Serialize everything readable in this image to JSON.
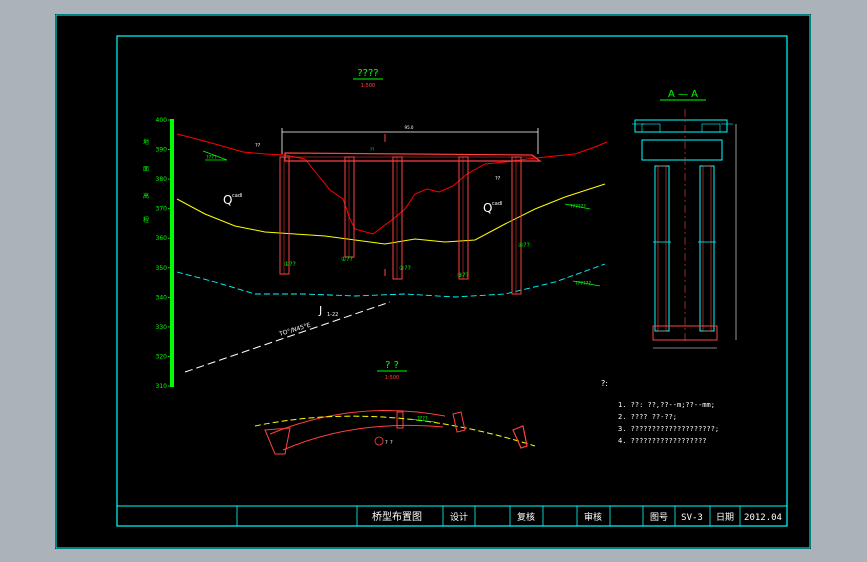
{
  "drawing": {
    "elevation_view": {
      "title": "????",
      "scale": "1:500",
      "elevation_ticks": [
        "400",
        "390",
        "380",
        "370",
        "360",
        "350",
        "340",
        "330",
        "320",
        "310"
      ],
      "side_labels": [
        "地",
        "面",
        "高",
        "程"
      ],
      "ground_label": "????",
      "soil_label_left": "Q",
      "soil_sub_left": "cadl",
      "soil_label_right": "Q",
      "soil_sub_right": "cadl",
      "layer_label_1": "??????",
      "layer_label_2": "??????",
      "rock_label": "J",
      "rock_sub": "1-22",
      "span_label": "95.0",
      "fault_label": "TO°/N45°E",
      "pier_markers": [
        "①??",
        "①??",
        "②??",
        "③??",
        "④??"
      ],
      "abutment_left": "??",
      "abutment_right": "??",
      "deck_note": "??"
    },
    "plan_view": {
      "title": "? ?",
      "scale": "1:500",
      "curve_label": "????",
      "marker_label": "?",
      "marker_sub": "?"
    },
    "section_view": {
      "title": "A — A"
    },
    "notes": {
      "heading": "?:",
      "items": [
        "1. ??: ??,??--m;??--mm;",
        "2. ????  ??-??;",
        "3. ????????????????????;",
        "4. ??????????????????"
      ]
    },
    "title_block": {
      "drawing_name": "桥型布置图",
      "design": "设计",
      "check": "复核",
      "review": "审核",
      "sheet_no_label": "图号",
      "sheet_no": "SV-3",
      "date_label": "日期",
      "date": "2012.04"
    }
  },
  "colors": {
    "sheet_bg": "#000000",
    "frame": "#00ffff",
    "ground_line": "#ff0000",
    "piers": "#ff4040",
    "boundary": "#ffff00",
    "rock_line": "#00ffff",
    "labels": "#00ff00",
    "text": "#ffffff"
  }
}
